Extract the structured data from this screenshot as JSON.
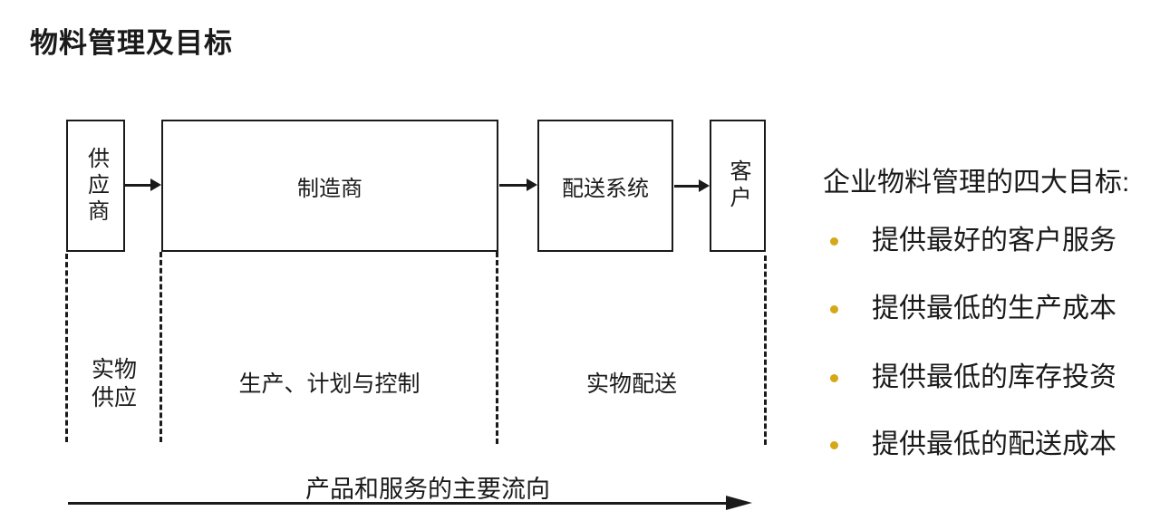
{
  "page": {
    "title": "物料管理及目标",
    "background": "#ffffff",
    "text_color": "#1a1a1a"
  },
  "diagram": {
    "nodes": [
      {
        "id": "supplier",
        "label": "供应商"
      },
      {
        "id": "manufacturer",
        "label": "制造商"
      },
      {
        "id": "distribution-system",
        "label": "配送系统"
      },
      {
        "id": "customer",
        "label": "客户"
      }
    ],
    "zones": [
      {
        "label": "实物\n供应"
      },
      {
        "label": "生产、计划与控制"
      },
      {
        "label": "实物配送"
      }
    ],
    "flow_label": "产品和服务的主要流向"
  },
  "objectives": {
    "heading": "企业物料管理的四大目标:",
    "bullet_color": "#D4A817",
    "items": [
      "提供最好的客户服务",
      "提供最低的生产成本",
      "提供最低的库存投资",
      "提供最低的配送成本"
    ]
  }
}
